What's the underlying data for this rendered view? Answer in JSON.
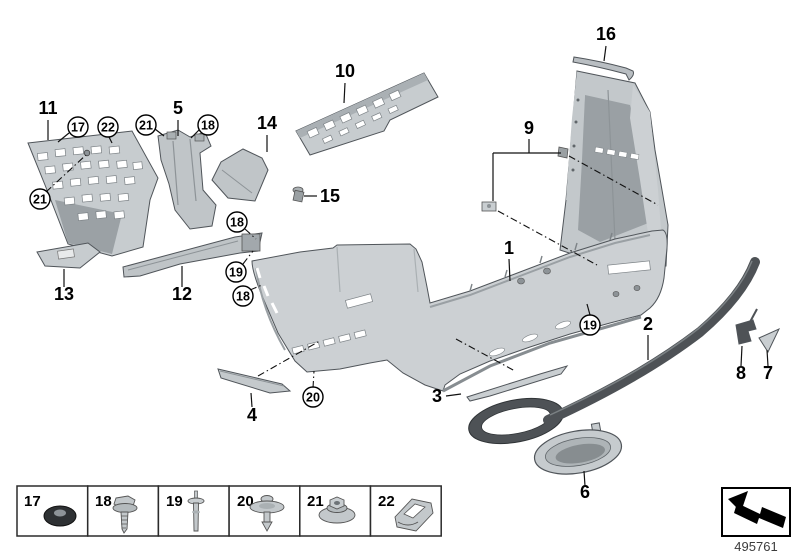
{
  "diagram": {
    "description": "Exploded parts diagram, rear bumper trim",
    "part_labels": {
      "1": "1",
      "2": "2",
      "3": "3",
      "4": "4",
      "5": "5",
      "6": "6",
      "7": "7",
      "8": "8",
      "9": "9",
      "10": "10",
      "11": "11",
      "12": "12",
      "13": "13",
      "14": "14",
      "15": "15",
      "16": "16"
    },
    "callout_labels": {
      "17": "17",
      "18": "18",
      "19": "19",
      "20": "20",
      "21": "21",
      "22": "22"
    }
  },
  "legend": {
    "items": [
      {
        "number": "17",
        "icon": "grommet-washer-icon"
      },
      {
        "number": "18",
        "icon": "hex-screw-icon"
      },
      {
        "number": "19",
        "icon": "expansion-rivet-icon"
      },
      {
        "number": "20",
        "icon": "push-pin-rivet-icon"
      },
      {
        "number": "21",
        "icon": "flange-nut-icon"
      },
      {
        "number": "22",
        "icon": "clip-nut-icon"
      }
    ]
  },
  "footer": {
    "diagram_number": "495761",
    "direction_icon": "direction-arrow-icon"
  },
  "colors": {
    "part_light": "#c7cccf",
    "part_mid": "#aab0b4",
    "part_dark": "#4e5256",
    "line": "#111111",
    "background": "#ffffff"
  }
}
